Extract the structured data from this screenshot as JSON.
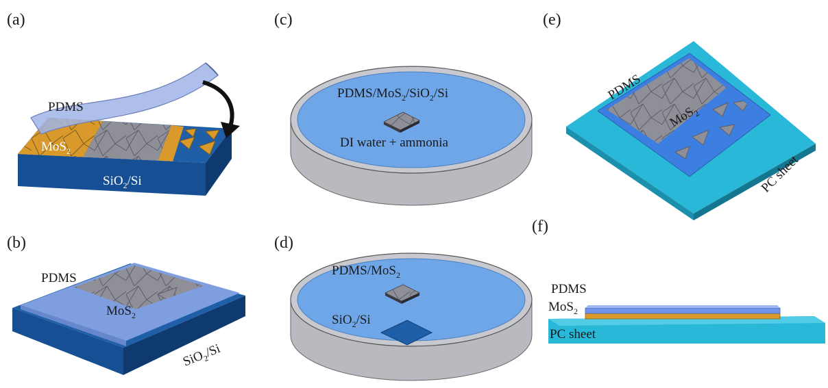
{
  "panels": {
    "a": {
      "label": "(a)",
      "pdms": "PDMS",
      "mos2_main": "MoS",
      "mos2_sub": "2",
      "substrate_main": "SiO",
      "substrate_sub": "2",
      "substrate_rest": "/Si"
    },
    "b": {
      "label": "(b)",
      "pdms": "PDMS",
      "mos2_main": "MoS",
      "mos2_sub": "2",
      "substrate_main": "SiO",
      "substrate_sub": "2",
      "substrate_rest": "/Si"
    },
    "c": {
      "label": "(c)",
      "stack_p1": "PDMS/MoS",
      "stack_sub1": "2",
      "stack_p2": "/SiO",
      "stack_sub2": "2",
      "stack_p3": "/Si",
      "liquid": "DI water + ammonia"
    },
    "d": {
      "label": "(d)",
      "stack_main": "PDMS/MoS",
      "stack_sub": "2",
      "substrate_main": "SiO",
      "substrate_sub": "2",
      "substrate_rest": "/Si"
    },
    "e": {
      "label": "(e)",
      "pdms": "PDMS",
      "mos2_main": "MoS",
      "mos2_sub": "2",
      "sheet": "PC sheet"
    },
    "f": {
      "label": "(f)",
      "pdms": "PDMS",
      "mos2_main": "MoS",
      "mos2_sub": "2",
      "sheet": "PC sheet"
    }
  },
  "colors": {
    "mos2_film": "#8f8f98",
    "mos2_gold": "#d99a2b",
    "substrate_blue": "#1f5fa8",
    "substrate_dark": "#123f75",
    "pdms": "#9fb4e6",
    "water": "#6fa6e8",
    "dish_gray": "#b9b9c0",
    "pc_cyan": "#29b8d8"
  }
}
